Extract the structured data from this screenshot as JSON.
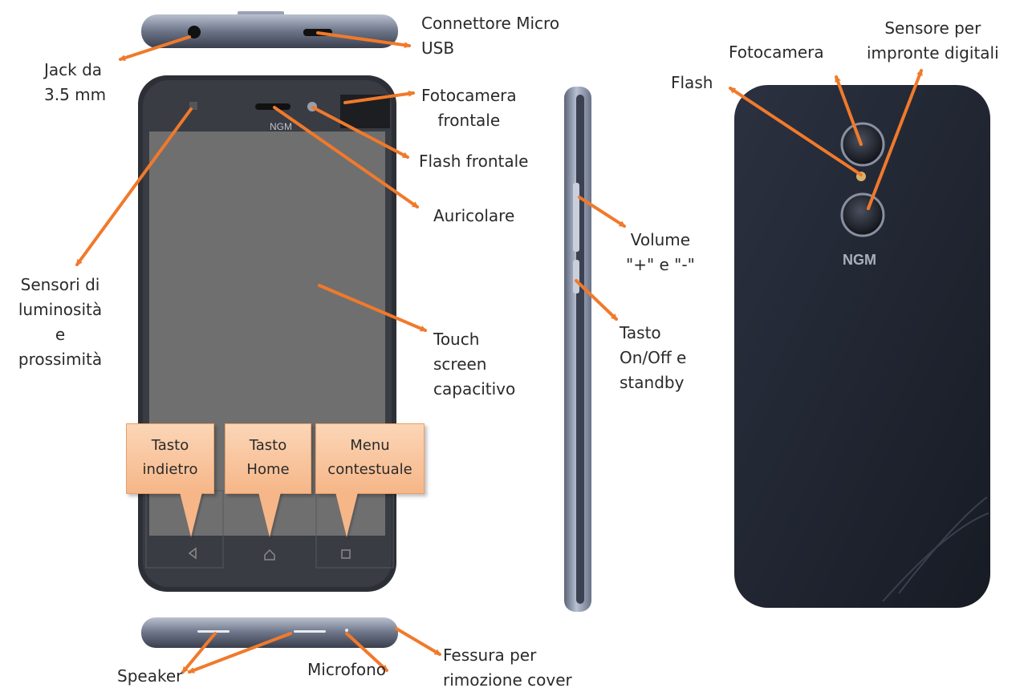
{
  "colors": {
    "arrow": "#f07a2b",
    "phone_body": "#2d2f36",
    "screen": "#6f6f6f",
    "side_edge": "#8a93a6",
    "back_cover": "#1f2430",
    "callout_fill": "#f6b688"
  },
  "labels": {
    "jack": [
      "Jack da",
      "3.5 mm"
    ],
    "micro_usb": [
      "Connettore Micro",
      "USB"
    ],
    "front_camera": [
      "Fotocamera",
      "frontale"
    ],
    "front_flash": "Flash frontale",
    "earpiece": "Auricolare",
    "light_sensor": [
      "Sensori di",
      "luminosità",
      "e",
      "prossimità"
    ],
    "touch_screen": [
      "Touch",
      "screen",
      "capacitivo"
    ],
    "volume": [
      "Volume",
      "\"+\" e \"-\""
    ],
    "power_key": [
      "Tasto",
      "On/Off e",
      "standby"
    ],
    "rear_camera": "Fotocamera",
    "fingerprint": [
      "Sensore per",
      "impronte digitali"
    ],
    "rear_flash": "Flash",
    "speaker": "Speaker",
    "microphone": "Microfono",
    "cover_slot": [
      "Fessura per",
      "rimozione cover"
    ]
  },
  "callouts": {
    "back": [
      "Tasto",
      "indietro"
    ],
    "home": [
      "Tasto",
      "Home"
    ],
    "menu": [
      "Menu",
      "contestuale"
    ]
  },
  "brand": {
    "front_logo": "NGM",
    "back_logo": "NGM"
  }
}
